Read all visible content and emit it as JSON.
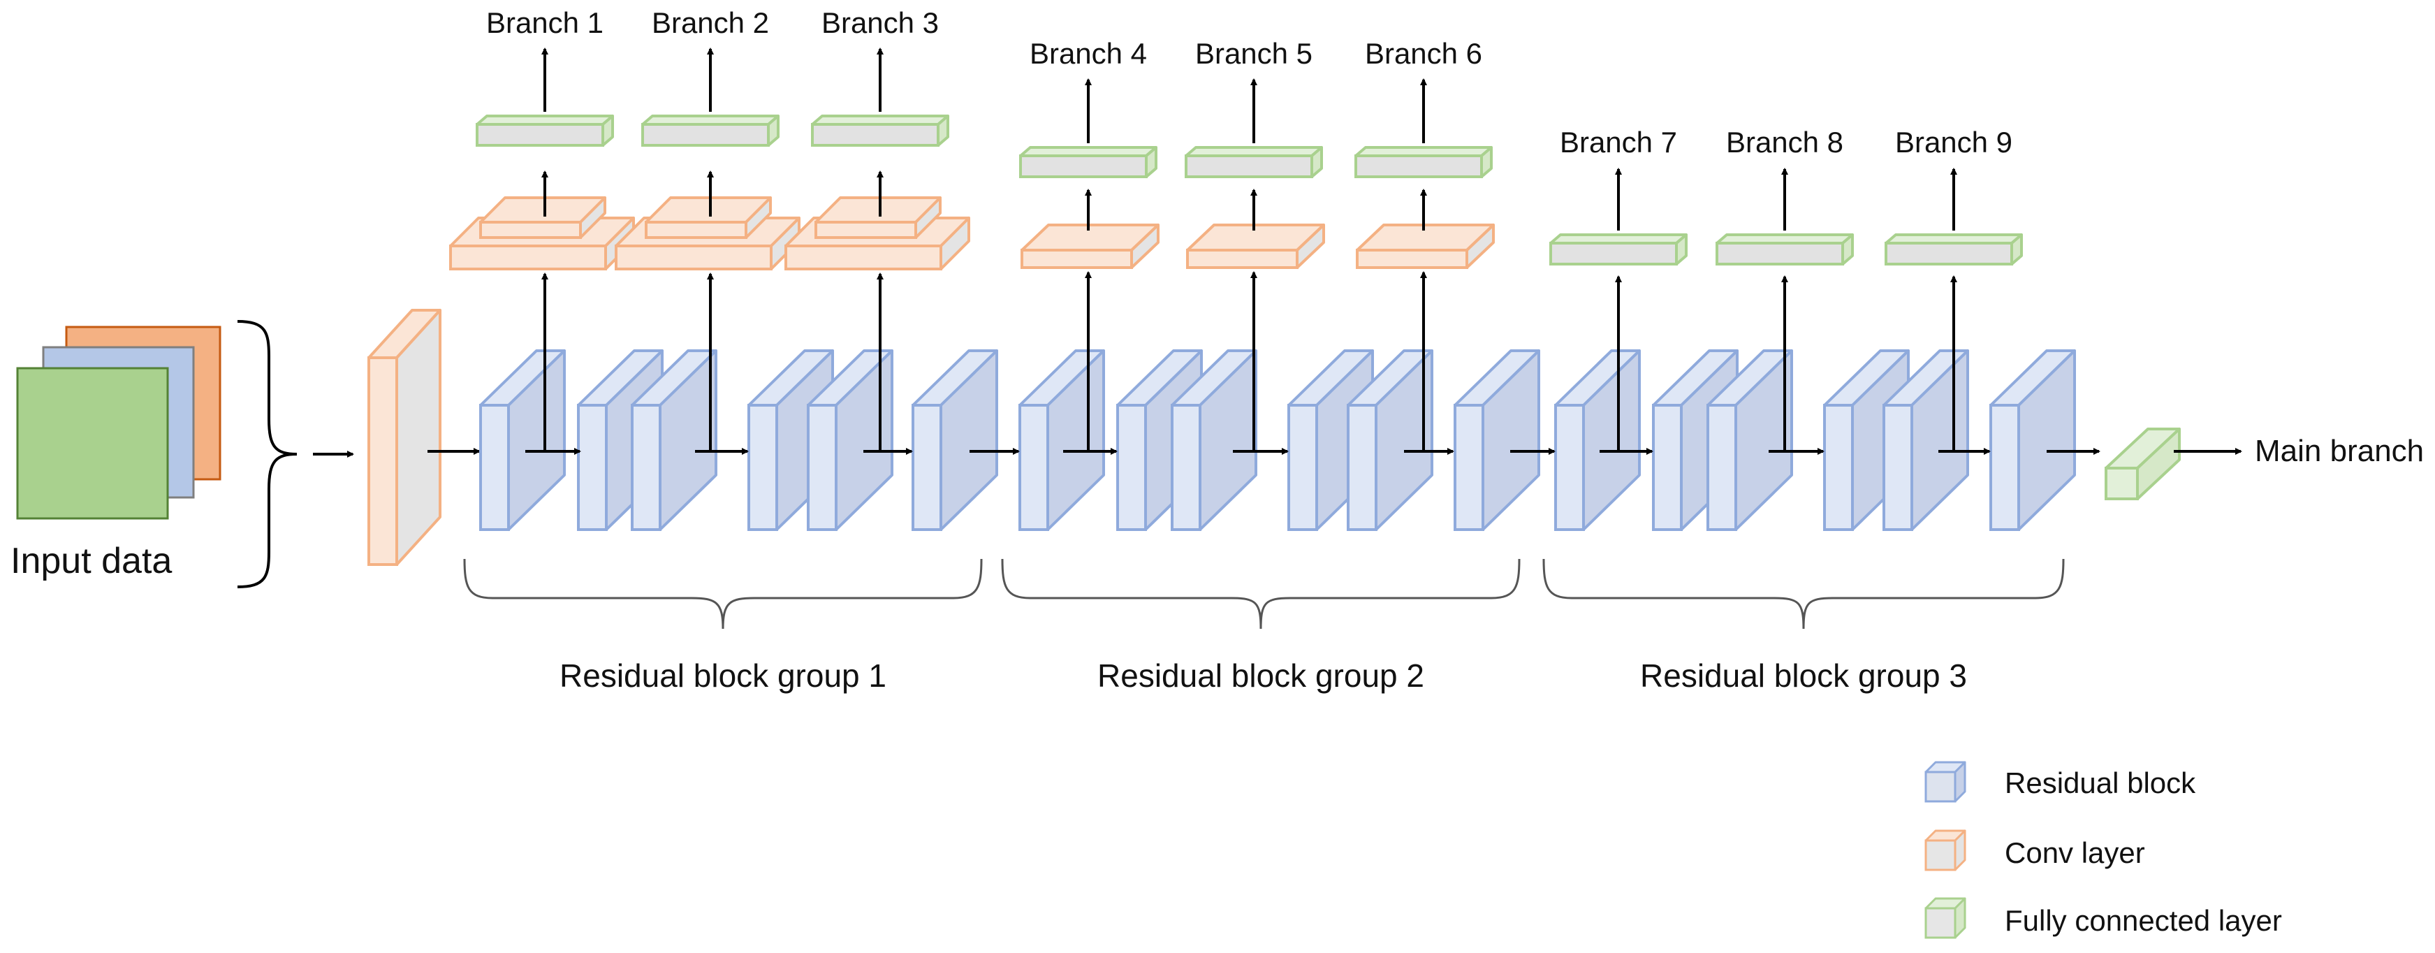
{
  "input": {
    "label": "Input data"
  },
  "branches": [
    "Branch 1",
    "Branch 2",
    "Branch 3",
    "Branch 4",
    "Branch 5",
    "Branch 6",
    "Branch 7",
    "Branch 8",
    "Branch 9"
  ],
  "groups": [
    "Residual block group 1",
    "Residual block group 2",
    "Residual block group 3"
  ],
  "output": {
    "label": "Main branch"
  },
  "legend": [
    {
      "label": "Residual block",
      "kind": "residual"
    },
    {
      "label": "Conv layer",
      "kind": "conv"
    },
    {
      "label": "Fully connected layer",
      "kind": "fc"
    }
  ],
  "colors": {
    "residual_fill": "#dfe7f6",
    "residual_side": "#c7d1e8",
    "residual_stroke": "#8faadc",
    "conv_fill": "#fbe5d6",
    "conv_side": "#e4e4e4",
    "conv_stroke": "#f4b183",
    "fc_fill": "#e2f0d9",
    "fc_side": "#d6e8c8",
    "fc_stroke": "#a9d18e",
    "input_green": "#a9d18e",
    "input_blue": "#b4c7e7",
    "input_orange": "#f4b183",
    "input_green_stroke": "#548235",
    "input_blue_stroke": "#7f7f7f",
    "input_orange_stroke": "#c55a11"
  }
}
